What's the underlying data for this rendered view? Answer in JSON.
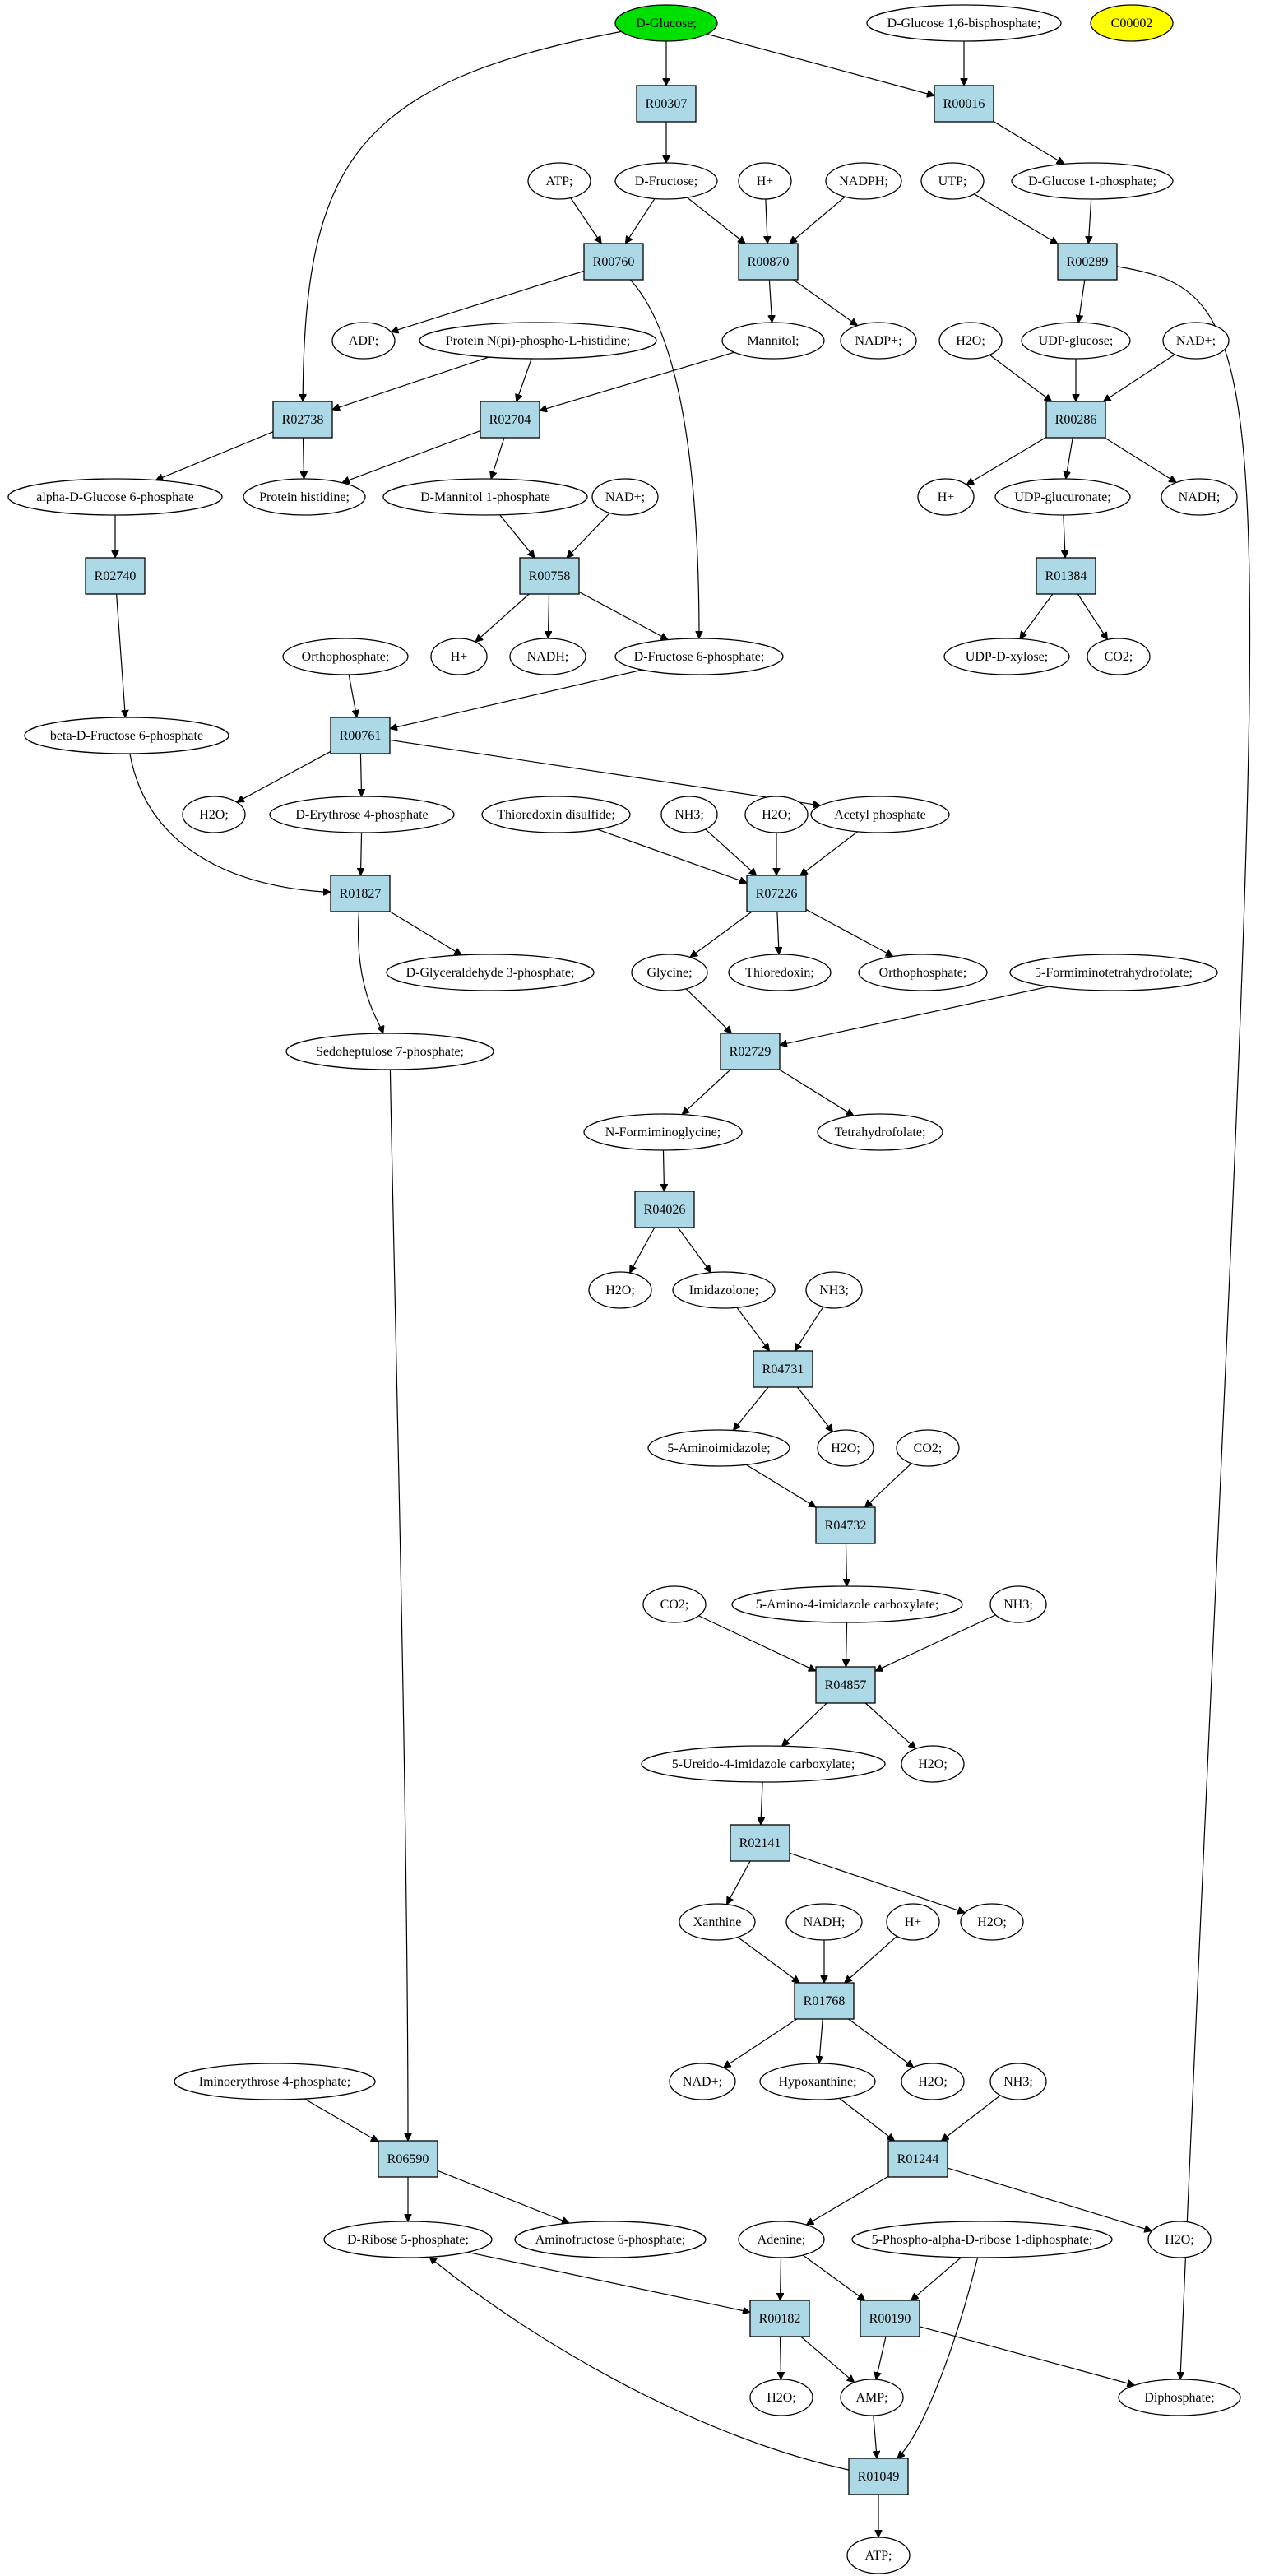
{
  "metabolites": {
    "glc": "D-Glucose;",
    "g16bp": "D-Glucose 1,6-bisphosphate;",
    "c00002": "C00002",
    "atp1": "ATP;",
    "fru": "D-Fructose;",
    "hplus1": "H+",
    "nadph": "NADPH;",
    "utp": "UTP;",
    "g1p": "D-Glucose 1-phosphate;",
    "adp": "ADP;",
    "protnph": "Protein N(pi)-phospho-L-histidine;",
    "mannitol": "Mannitol;",
    "nadpplus": "NADP+;",
    "h2o_a": "H2O;",
    "udpglc": "UDP-glucose;",
    "nadplus1": "NAD+;",
    "agp": "alpha-D-Glucose 6-phosphate",
    "prothis": "Protein histidine;",
    "m1p": "D-Mannitol 1-phosphate",
    "nadplus2": "NAD+;",
    "hplus2": "H+",
    "udpgla": "UDP-glucuronate;",
    "nadh1": "NADH;",
    "pi1": "Orthophosphate;",
    "hplus3": "H+",
    "nadh2": "NADH;",
    "f6p": "D-Fructose 6-phosphate;",
    "udpxyl": "UDP-D-xylose;",
    "co2_1": "CO2;",
    "bf6p": "beta-D-Fructose 6-phosphate",
    "h2o_b": "H2O;",
    "e4p": "D-Erythrose 4-phosphate",
    "trxss": "Thioredoxin disulfide;",
    "nh3_1": "NH3;",
    "h2o_c": "H2O;",
    "acp": "Acetyl phosphate",
    "gap": "D-Glyceraldehyde 3-phosphate;",
    "gly": "Glycine;",
    "trx": "Thioredoxin;",
    "pi2": "Orthophosphate;",
    "fthf": "5-Formiminotetrahydrofolate;",
    "s7p": "Sedoheptulose 7-phosphate;",
    "fgly": "N-Formiminoglycine;",
    "thf": "Tetrahydrofolate;",
    "h2o_d": "H2O;",
    "imz": "Imidazolone;",
    "nh3_2": "NH3;",
    "aim": "5-Aminoimidazole;",
    "h2o_e": "H2O;",
    "co2_2": "CO2;",
    "co2_3": "CO2;",
    "aic": "5-Amino-4-imidazole carboxylate;",
    "nh3_3": "NH3;",
    "uic": "5-Ureido-4-imidazole carboxylate;",
    "h2o_f": "H2O;",
    "xan": "Xanthine",
    "nadh3": "NADH;",
    "hplus4": "H+",
    "h2o_g": "H2O;",
    "ie4p": "Iminoerythrose 4-phosphate;",
    "nadplus3": "NAD+;",
    "hyp": "Hypoxanthine;",
    "h2o_h": "H2O;",
    "nh3_4": "NH3;",
    "r5p": "D-Ribose 5-phosphate;",
    "af6p": "Aminofructose 6-phosphate;",
    "ade": "Adenine;",
    "prpp": "5-Phospho-alpha-D-ribose 1-diphosphate;",
    "h2o_i": "H2O;",
    "h2o_j": "H2O;",
    "amp": "AMP;",
    "ppi": "Diphosphate;",
    "atp2": "ATP;"
  },
  "reactions": {
    "R00307": "R00307",
    "R00016": "R00016",
    "R00760": "R00760",
    "R00870": "R00870",
    "R00289": "R00289",
    "R02738": "R02738",
    "R02704": "R02704",
    "R00286": "R00286",
    "R02740": "R02740",
    "R00758": "R00758",
    "R01384": "R01384",
    "R00761": "R00761",
    "R01827": "R01827",
    "R07226": "R07226",
    "R02729": "R02729",
    "R04026": "R04026",
    "R04731": "R04731",
    "R04732": "R04732",
    "R04857": "R04857",
    "R02141": "R02141",
    "R01768": "R01768",
    "R06590": "R06590",
    "R01244": "R01244",
    "R00182": "R00182",
    "R00190": "R00190",
    "R01049": "R01049"
  },
  "colors": {
    "start": "#00e000",
    "target": "#ffff00",
    "reaction": "#add8e6"
  }
}
